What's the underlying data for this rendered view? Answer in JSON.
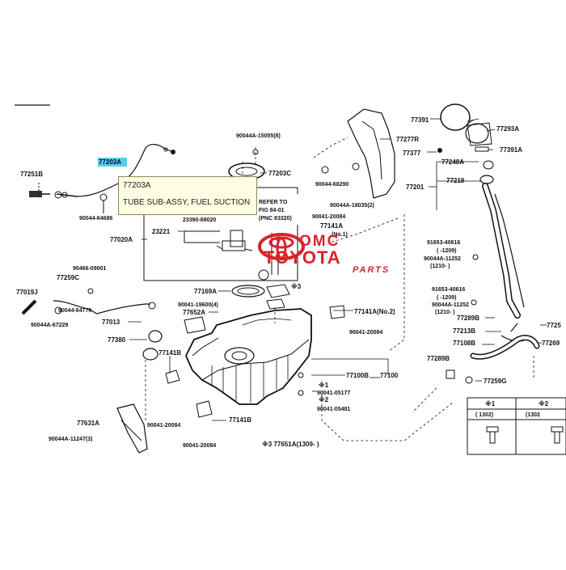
{
  "tooltip": {
    "part_number": "77203A",
    "description": "TUBE SUB-ASSY, FUEL SUCTION"
  },
  "highlight": {
    "part_number": "77203A"
  },
  "watermark": {
    "brand": "OMC",
    "name": "TOYOTA",
    "suffix": "PARTS",
    "color": "#d9232a"
  },
  "note_box": {
    "line1": "REFER TO",
    "line2": "FIG 84-01",
    "line3": "(PNC 83320)"
  },
  "labels": {
    "p77251B": "77251B",
    "p90044_64686": "90044-64686",
    "p77020A": "77020A",
    "p23221": "23221",
    "p23390": "23390-88020",
    "p90044A_15055": "90044A-15055(8)",
    "p77203C": "77203C",
    "p90466": "90466-09001",
    "p77259C": "77259C",
    "p77019J": "77019J",
    "p90044_64770": "90044-64770",
    "p90044A_67229": "90044A-67229",
    "p77013": "77013",
    "p77380": "77380",
    "p90041_19600": "90041-19600(4)",
    "p77652A": "77652A",
    "p77169A": "77169A",
    "p77141B_a": "77141B",
    "p77141B_b": "77141B",
    "p90041_20084_a": "90041-20084",
    "p90041_20084_b": "90041-20084",
    "p90041_20084_c": "90041-20084",
    "p90041_20084_d": "90041-20084",
    "p77631A": "77631A",
    "p90044A_11247": "90044A-11247(3)",
    "p77391": "77391",
    "p77277R": "77277R",
    "p77377": "77377",
    "p77293A": "77293A",
    "p77391A": "77391A",
    "p77248A": "77248A",
    "p77219": "77219",
    "p77201": "77201",
    "p90044_68290": "90044-68290",
    "p90044A_18035": "90044A-18035(2)",
    "p77141A": "77141A",
    "p77141A_no1": "(No.1)",
    "p77141A_no2": "77141A(No.2)",
    "p91653_40616_a": "91653-40616",
    "p1209a": "(  -1209)",
    "p90044A_11252_a": "90044A-11252",
    "p1210a": "(1210-      )",
    "p91653_40616_b": "91653-40616",
    "p1209b": "(  -1209)",
    "p90044A_11252_b": "90044A-11252",
    "p1210b": "(1210-      )",
    "p77289B_a": "77289B",
    "p77213B": "77213B",
    "p77108B": "77108B",
    "p77289B_b": "77289B",
    "p77259G": "77259G",
    "p7725": "7725",
    "p77269": "77269",
    "p77100B": "77100B",
    "p77100": "77100",
    "p90041_05177": "90041-05177",
    "p90041_05481": "90041-05481",
    "mark1": "※1",
    "mark2": "※2",
    "mark3": "※3",
    "footnote": "※3  77651A(1309-      )",
    "table_h1": "※1",
    "table_h2": "※2",
    "table_c1": "(      1302)",
    "table_c2": "(1302"
  }
}
